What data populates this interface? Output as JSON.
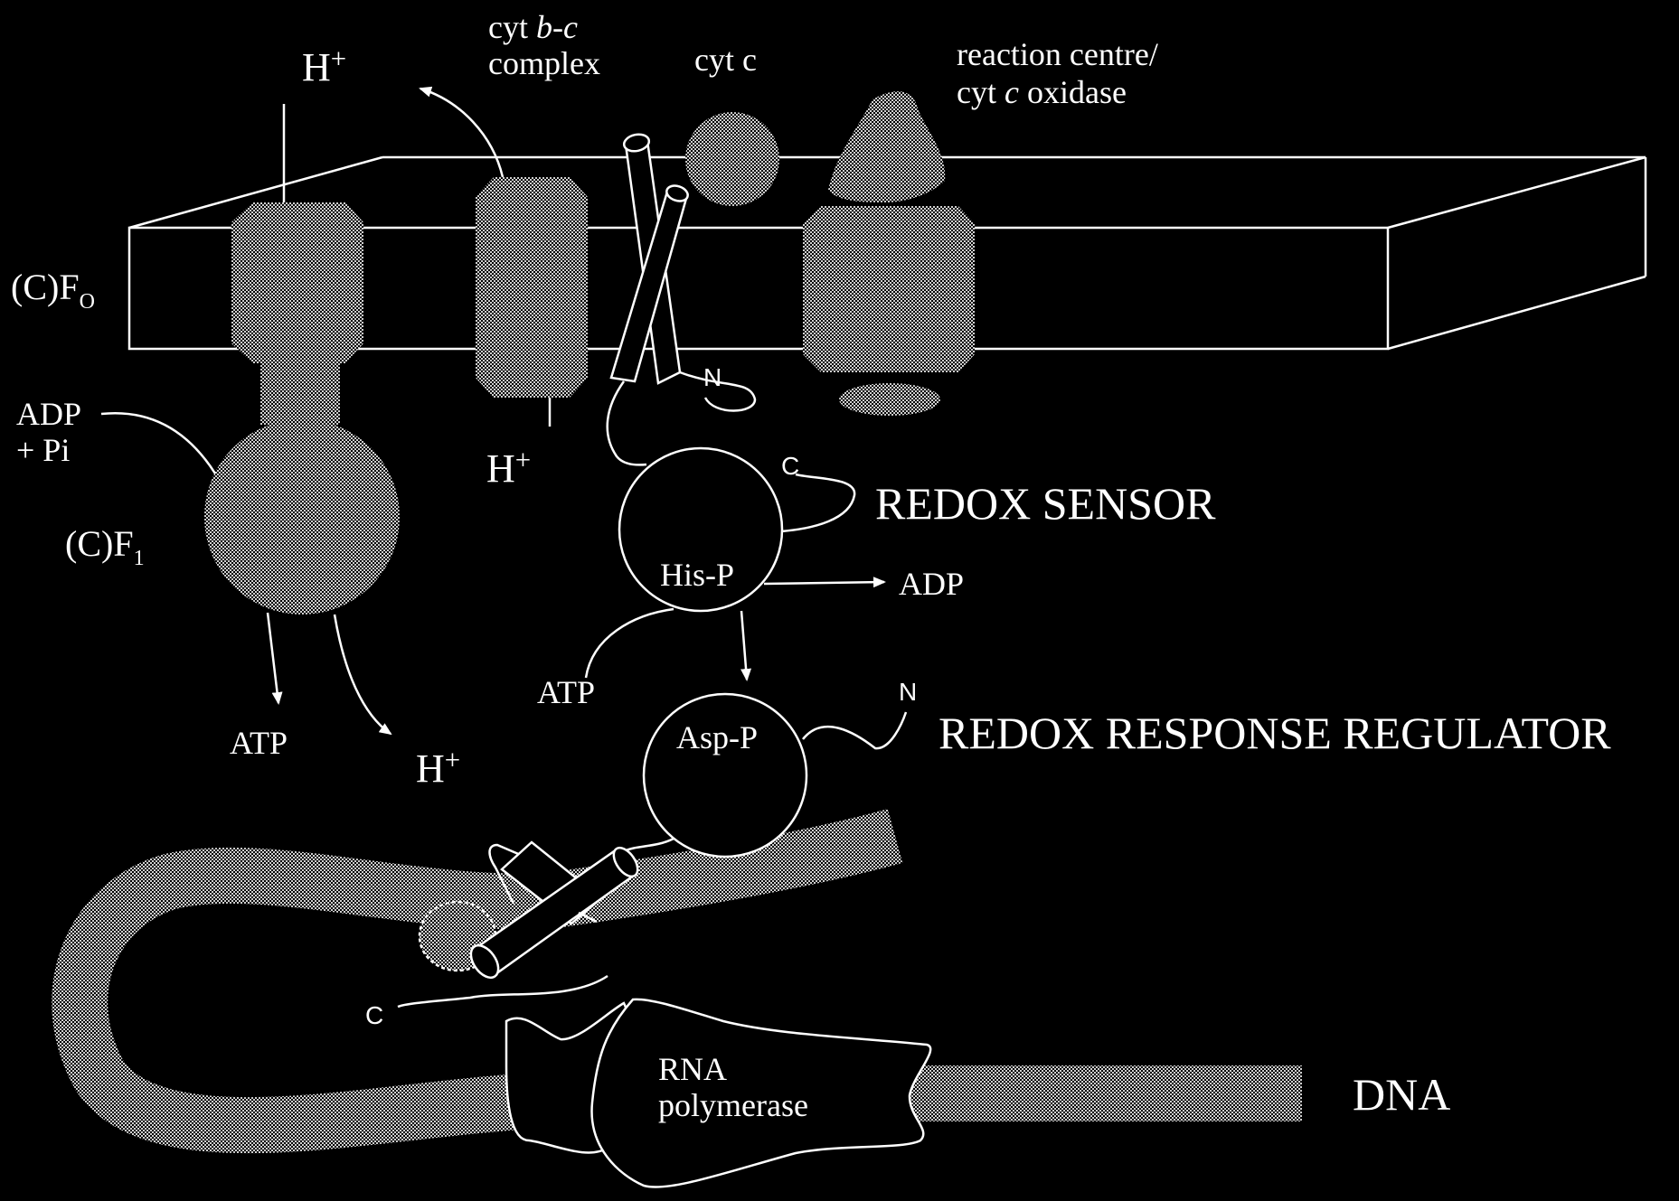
{
  "labels": {
    "h_plus": "H+",
    "cyt_bc_line1": "cyt b-c",
    "cyt_bc_line2": "complex",
    "cyt_c": "cyt c",
    "reaction_centre_line1": "reaction centre/",
    "reaction_centre_line2": "cyt c oxidase",
    "cfo_main": "(C)F",
    "cfo_sub": "O",
    "adp_pi_line1": "ADP",
    "adp_pi_line2": "+ Pi",
    "cf1_main": "(C)F",
    "cf1_sub": "1",
    "atp": "ATP",
    "adp": "ADP",
    "n_terminus": "N",
    "c_terminus": "C",
    "his_p": "His-P",
    "asp_p": "Asp-P",
    "redox_sensor": "REDOX SENSOR",
    "redox_response_regulator": "REDOX RESPONSE REGULATOR",
    "rna_polymerase_line1": "RNA",
    "rna_polymerase_line2": "polymerase",
    "dna": "DNA"
  },
  "colors": {
    "background": "#000000",
    "line": "#ffffff",
    "stipple_fill": "#8a8a8a"
  }
}
